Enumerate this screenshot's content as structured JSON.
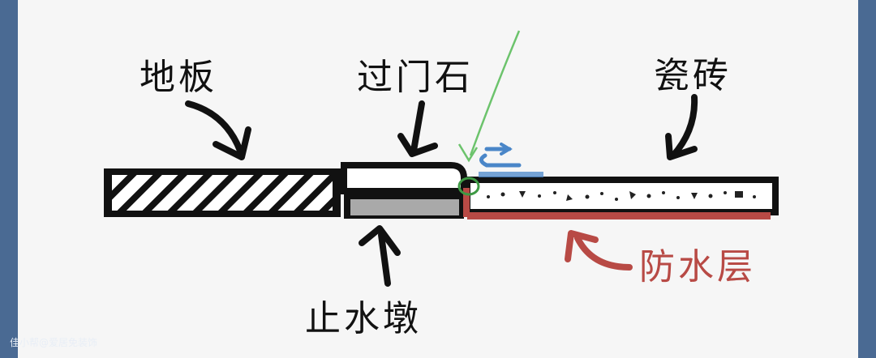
{
  "labels": {
    "floor": "地板",
    "threshold_stone": "过门石",
    "tile": "瓷砖",
    "water_stop_ridge": "止水墩",
    "waterproof_layer": "防水层"
  },
  "watermark": "佳小帮@爱居免装饰",
  "colors": {
    "outline": "#111111",
    "ridge_fill": "#a9a9a9",
    "waterproof": "#b84a45",
    "green_annotation": "#6cc36c",
    "blue_annotation": "#4a86c8",
    "frame": "#4a6a93",
    "paper": "#f6f6f6"
  }
}
